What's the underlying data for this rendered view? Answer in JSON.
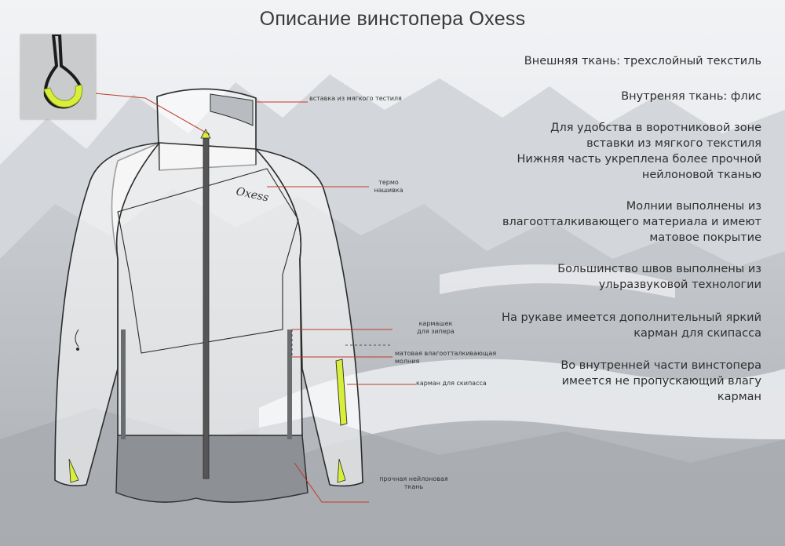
{
  "title": "Описание винстопера Oxess",
  "specs": [
    {
      "line1": "Внешняя ткань: трехслойный текстиль"
    },
    {
      "line1": "Внутреняя ткань: флис"
    },
    {
      "line1": "Для удобства в воротниковой зоне",
      "line2": "вставки из мягкого текстиля",
      "line3": "Нижняя часть укреплена более прочной",
      "line4": "нейлоновой тканью"
    },
    {
      "line1": "Молнии выполнены из",
      "line2": "влагоотталкивающего материала и имеют",
      "line3": "матовое покрытие"
    },
    {
      "line1": "Большинство швов выполнены из",
      "line2": "ульразвуковой технологии"
    },
    {
      "line1": "На рукаве имеется дополнительный яркий",
      "line2": "карман для скипасса"
    },
    {
      "line1": "Во внутренней части винстопера",
      "line2": "имеется не пропускающий влагу",
      "line3": "карман"
    }
  ],
  "callouts": {
    "collar_insert": "вставка из мягкого тестиля",
    "thermo_patch_1": "термо",
    "thermo_patch_2": "нашивка",
    "zip_pocket_1": "кармашек",
    "zip_pocket_2": "для зипера",
    "matte_zip_1": "матовая влагоотталкивающая",
    "matte_zip_2": "молния",
    "skipass_pocket": "карман для скипасса",
    "nylon_1": "прочная нейлоновая",
    "nylon_2": "ткань"
  },
  "logo_text": "Oxess",
  "colors": {
    "accent_yellow": "#d8ef3a",
    "callout_line": "#c0392b",
    "outline": "#2b2b2b"
  }
}
